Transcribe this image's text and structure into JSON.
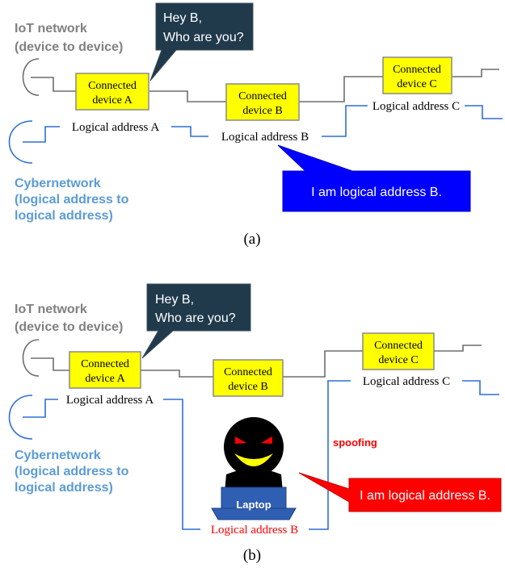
{
  "panel_a": {
    "caption": "(a)",
    "iot_label": [
      "IoT network",
      "(device to device)"
    ],
    "cyber_label": [
      "Cybernetwork",
      "(logical address to",
      "logical address)"
    ],
    "device_a": [
      "Connected",
      "device A"
    ],
    "device_b": [
      "Connected",
      "device B"
    ],
    "device_c": [
      "Connected",
      "device C"
    ],
    "addr_a": "Logical address A",
    "addr_b": "Logical address B",
    "addr_c": "Logical address C",
    "query_bubble": [
      "Hey B,",
      "Who are you?"
    ],
    "reply_bubble": "I am logical address B."
  },
  "panel_b": {
    "caption": "(b)",
    "iot_label": [
      "IoT network",
      "(device to device)"
    ],
    "cyber_label": [
      "Cybernetwork",
      "(logical address to",
      "logical address)"
    ],
    "device_a": [
      "Connected",
      "device A"
    ],
    "device_b": [
      "Connected",
      "device B"
    ],
    "device_c": [
      "Connected",
      "device C"
    ],
    "addr_a": "Logical address A",
    "addr_b": "Logical address B",
    "addr_c": "Logical address C",
    "query_bubble": [
      "Hey B,",
      "Who are you?"
    ],
    "spoofing_label": "spoofing",
    "laptop_label": "Laptop",
    "reply_bubble": "I am logical address B."
  },
  "colors": {
    "device_fill": "#ffff00",
    "device_stroke": "#8a8a8a",
    "iot_line": "#6e6e6e",
    "cyber_line": "#2e6fd0",
    "iot_label": "#808080",
    "cyber_label": "#5b9bd5",
    "query_bubble": "#203a4c",
    "reply_bubble_a": "#0000ff",
    "reply_bubble_b": "#ff0000",
    "spoof_text": "#ff0000",
    "laptop": "#2f5fb3",
    "attacker": "#000000",
    "attacker_eyes": "#ff0000",
    "attacker_smile": "#ffff00"
  }
}
